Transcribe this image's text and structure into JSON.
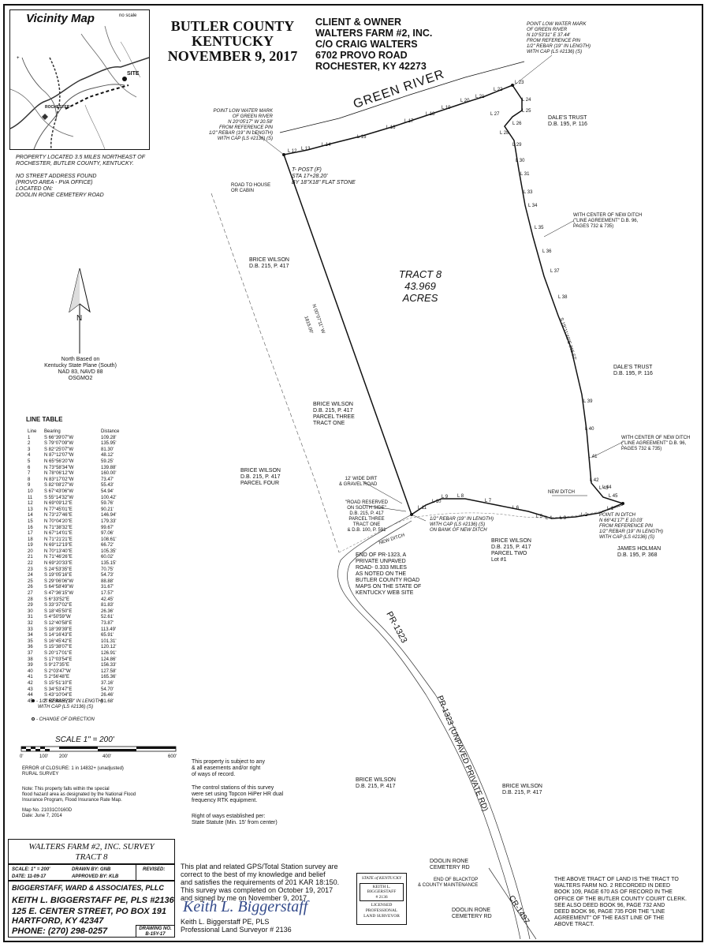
{
  "vicinity_map": {
    "title": "Vicinity Map",
    "scale_note": "no scale",
    "site_label": "SITE",
    "town_label": "ROCHESTER"
  },
  "header": {
    "county_line1": "BUTLER COUNTY",
    "county_line2": "KENTUCKY",
    "date": "NOVEMBER 9, 2017",
    "client_lines": [
      "CLIENT & OWNER",
      "WALTERS FARM #2, INC.",
      "C/O CRAIG WALTERS",
      "6702 PROVO ROAD",
      "ROCHESTER,  KY  42273"
    ]
  },
  "location_notes": {
    "property_loc": [
      "PROPERTY LOCATED 3.5 MILES NORTHEAST OF",
      "ROCHESTER, BUTLER COUNTY, KENTUCKY."
    ],
    "address": [
      "NO STREET ADDRESS FOUND",
      "(PROVO AREA - PVA OFFICE)",
      "LOCATED ON:",
      "DOOLIN RONE CEMETERY ROAD"
    ]
  },
  "north": {
    "label": "N",
    "basis": [
      "North Based on",
      "Kentucky State Plane (South)",
      "NAD 83, NAVD 88",
      "OSGMO2"
    ]
  },
  "line_table": {
    "title": "LINE TABLE",
    "headers": [
      "Line",
      "Bearing",
      "Distance"
    ],
    "rows": [
      [
        "1",
        "S 66°39'07\"W",
        "109.28'"
      ],
      [
        "2",
        "S 79°07'09\"W",
        "135.95'"
      ],
      [
        "3",
        "S 82°25'07\"W",
        "81.30'"
      ],
      [
        "4",
        "N 87°12'07\"W",
        "48.12'"
      ],
      [
        "5",
        "N 65°56'20\"W",
        "59.25'"
      ],
      [
        "6",
        "N 73°58'34\"W",
        "139.88'"
      ],
      [
        "7",
        "N 78°06'12\"W",
        "160.00'"
      ],
      [
        "8",
        "N 83°17'02\"W",
        "73.47'"
      ],
      [
        "9",
        "S 82°08'27\"W",
        "55.43'"
      ],
      [
        "10",
        "S 67°43'06\"W",
        "54.94'"
      ],
      [
        "11",
        "S 55°14'32\"W",
        "100.42'"
      ],
      [
        "12",
        "N 69°09'12\"E",
        "59.76'"
      ],
      [
        "13",
        "N 77°45'01\"E",
        "90.21'"
      ],
      [
        "14",
        "N 73°27'46\"E",
        "146.94'"
      ],
      [
        "15",
        "N 70°04'20\"E",
        "179.33'"
      ],
      [
        "16",
        "N 71°38'32\"E",
        "99.67'"
      ],
      [
        "17",
        "N 67°14'01\"E",
        "97.06'"
      ],
      [
        "18",
        "N 71°21'21\"E",
        "108.61'"
      ],
      [
        "19",
        "N 69°12'19\"E",
        "66.72'"
      ],
      [
        "20",
        "N 70°13'40\"E",
        "105.35'"
      ],
      [
        "21",
        "N 71°46'26\"E",
        "60.02'"
      ],
      [
        "22",
        "N 69°20'33\"E",
        "135.15'"
      ],
      [
        "23",
        "S 24°53'35\"E",
        "70.75'"
      ],
      [
        "24",
        "S 19°05'16\"E",
        "54.73'"
      ],
      [
        "25",
        "S 29°06'06\"W",
        "88.88'"
      ],
      [
        "26",
        "S 64°58'49\"W",
        "31.67'"
      ],
      [
        "27",
        "S 47°36'15\"W",
        "17.57'"
      ],
      [
        "28",
        "S 6°33'52\"E",
        "42.45'"
      ],
      [
        "29",
        "S 33°37'02\"E",
        "81.83'"
      ],
      [
        "30",
        "S 18°45'50\"E",
        "26.36'"
      ],
      [
        "31",
        "S 4°50'59\"W",
        "52.61'"
      ],
      [
        "32",
        "S 12°40'58\"E",
        "73.87'"
      ],
      [
        "33",
        "S 18°39'39\"E",
        "113.49'"
      ],
      [
        "34",
        "S 14°16'43\"E",
        "65.91'"
      ],
      [
        "35",
        "S 16°45'42\"E",
        "101.31'"
      ],
      [
        "36",
        "S 15°38'07\"E",
        "120.12'"
      ],
      [
        "37",
        "S 20°17'01\"E",
        "126.91'"
      ],
      [
        "38",
        "S 17°03'54\"E",
        "124.86'"
      ],
      [
        "39",
        "S 9°27'35\"E",
        "156.33'"
      ],
      [
        "40",
        "S 2°03'47\"W",
        "127.58'"
      ],
      [
        "41",
        "S 2°56'48\"E",
        "165.36'"
      ],
      [
        "42",
        "S 15°51'10\"E",
        "37.16'"
      ],
      [
        "43",
        "S 34°53'47\"E",
        "54.70'"
      ],
      [
        "44",
        "S 43°10'04\"E",
        "26.46'"
      ],
      [
        "45",
        "S 62°48'55\"E",
        "81.68'"
      ]
    ]
  },
  "legend": {
    "rebar": [
      "- 1/2\" REBAR (19\" IN LENGTH)",
      "WITH CAP (LS #2136) (S)"
    ],
    "direction": "- CHANGE OF DIRECTION"
  },
  "scale_bar": {
    "title": "SCALE 1\" = 200'",
    "ticks": [
      "0'",
      "100'",
      "200'",
      "400'",
      "600'"
    ]
  },
  "closure": [
    "ERROR of CLOSURE:  1 in 14832+ (unadjusted)",
    "RURAL SURVEY"
  ],
  "flood_note": [
    "Note:  This property falls within the special",
    "flood hazard area as designated by the National Flood",
    "Insurance Program, Flood Insurance Rate Map."
  ],
  "map_no": [
    "Map No. 21031C0160D",
    "Date: June 7, 2014"
  ],
  "mid_notes": {
    "easements": [
      "This property is subject to any",
      "& all easements and/or right",
      "of ways of record."
    ],
    "control": [
      "The control stations of this survey",
      "were set using Topcon HiPer HR dual",
      "frequency RTK equipment."
    ],
    "row": [
      "Right of ways established per:",
      "State Statute (Min. 15' from center)"
    ]
  },
  "map_labels": {
    "green_river": "GREEN RIVER",
    "tract": "TRACT 8",
    "acres": "43.969 ACRES",
    "plw_left": [
      "POINT LOW WATER MARK",
      "OF GREEN RIVER",
      "N 20°05'17\" W  20.58'",
      "FROM REFERENCE PIN",
      "1/2\" REBAR (19\" IN LENGTH)",
      "WITH CAP (LS #2136) (S)"
    ],
    "plw_right": [
      "POINT LOW WATER MARK",
      "OF GREEN RIVER",
      "N 10°53'31\" E  37.44'",
      "FROM REFERENCE PIN",
      "1/2\" REBAR (19\" IN LENGTH)",
      "WITH CAP (LS #2136) (S)"
    ],
    "tpost": [
      "T- POST (F)",
      "STA 17+28.20'",
      "BY 18\"X18\" FLAT STONE"
    ],
    "road_house": [
      "ROAD TO HOUSE",
      "OR CABIN"
    ],
    "dales_trust_1": [
      "DALE'S TRUST",
      "D.B. 195, P. 116"
    ],
    "dales_trust_2": [
      "DALE'S TRUST",
      "D.B. 195, P. 116"
    ],
    "ditch_center_1": [
      "WITH CENTER OF NEW DITCH",
      "(\"LINE AGREEMENT\" D.B. 96,",
      "PAGES 732 & 735)"
    ],
    "ditch_center_2": [
      "WITH CENTER OF NEW DITCH",
      "(\"LINE AGREEMENT\" D.B. 96,",
      "PAGES 732 & 735)"
    ],
    "brice_1": [
      "BRICE WILSON",
      "D.B. 215, P. 417"
    ],
    "brice_2": [
      "BRICE WILSON",
      "D.B. 215, P. 417",
      "PARCEL THREE",
      "TRACT ONE"
    ],
    "brice_3": [
      "BRICE WILSON",
      "D.B. 215, P. 417",
      "PARCEL FOUR"
    ],
    "brice_4": [
      "BRICE WILSON",
      "D.B. 215, P. 417",
      "PARCEL TWO",
      "Lot #1"
    ],
    "brice_5": [
      "BRICE WILSON",
      "D.B. 215, P. 417"
    ],
    "brice_6": [
      "BRICE WILSON",
      "D.B. 215, P. 417"
    ],
    "gravel_road": [
      "12' WIDE DIRT",
      "& GRAVEL ROAD"
    ],
    "road_reserved": [
      "\"ROAD RESERVED",
      "ON SOUTH SIDE\"",
      "D.B. 215, P. 417",
      "PARCEL THREE",
      "TRACT ONE",
      "& D.B. 100, P. 591"
    ],
    "rebar_bank": [
      "1/2\" REBAR (19\" IN LENGTH)",
      "WITH CAP (LS #2136) (S)",
      "ON BANK OF NEW DITCH"
    ],
    "new_ditch_1": "NEW DITCH",
    "new_ditch_2": "NEW DITCH",
    "ditch_point": [
      "POINT IN DITCH",
      "N 66°41'17\" E   10.03'",
      "FROM REFERENCE PIN",
      "1/2\" REBAR (19\" IN LENGTH)",
      "WITH CAP (LS #2136) (S)"
    ],
    "holman": [
      "JAMES HOLMAN",
      "D.B. 195, P. 368"
    ],
    "end_pr": [
      "END OF PR-1323, A",
      "PRIVATE UNPAVED",
      "ROAD- 0.333 MILES",
      "AS NOTED ON THE",
      "BUTLER COUNTY ROAD",
      "MAPS ON THE STATE OF",
      "KENTUCKY WEB SITE"
    ],
    "pr1323": "PR-1323",
    "pr1323_unpaved": "PR-1323 (UNPAVED PRIVATE RD)",
    "doolin_1": [
      "DOOLIN RONE",
      "CEMETERY RD"
    ],
    "doolin_2": [
      "DOOLIN RONE",
      "CEMETERY RD"
    ],
    "blacktop": [
      "END OF BLACKTOP",
      "& COUNTY MAINTENANCE"
    ],
    "cr1497": "CR-1497",
    "west_bearing": "N 00°07'11\" W",
    "west_dist": "1815.00'",
    "east_bearing": "S 19°11'40\"E   265.52'",
    "l44": "L 44",
    "l27": "L 27"
  },
  "title_block": {
    "survey_line1": "WALTERS FARM #2, INC. SURVEY",
    "survey_line2": "TRACT 8",
    "scale_label": "SCALE:",
    "scale_value": "1\" = 200'",
    "drawn_label": "DRAWN BY:",
    "drawn_value": "GNB",
    "revised_label": "REVISED:",
    "date_label": "DATE:",
    "date_value": "11-09-17",
    "approved_label": "APPROVED BY:",
    "approved_value": "KLB",
    "firm": "BIGGERSTAFF, WARD & ASSOCIATES, PLLC",
    "surveyor": "KEITH L. BIGGERSTAFF  PE, PLS #2136",
    "address1": "125 E. CENTER STREET, PO BOX 191",
    "address2": "HARTFORD, KY   42347",
    "phone": "PHONE: (270) 298-0257",
    "drawing_label": "DRAWING NO.",
    "drawing_value": "B-15Y-17"
  },
  "certification": {
    "lines": [
      "This plat and related GPS/Total Station survey are",
      "correct to the best of my knowledge and belief",
      "and satisfies the requirements of 201 KAR 18:150.",
      "This survey was completed on October 19, 2017",
      "and signed by me on November 9, 2017"
    ],
    "signature": "Keith L. Biggerstaff",
    "name_line": "Keith L. Biggerstaff   PE, PLS",
    "title_line": "Professional Land Surveyor # 2136"
  },
  "seal": {
    "state": "STATE of KENTUCKY",
    "name1": "KEITH L.",
    "name2": "BIGGERSTAFF",
    "number": "# 2136",
    "l1": "LICENSED",
    "l2": "PROFESSIONAL",
    "l3": "LAND SURVEYOR"
  },
  "tract_note": [
    "THE ABOVE TRACT OF LAND IS THE TRACT TO",
    "WALTERS FARM NO. 2 RECORDED IN DEED",
    "BOOK 109, PAGE 670 AS OF RECORD IN THE",
    "OFFICE OF THE BUTLER COUNTY COURT CLERK.",
    "SEE ALSO DEED BOOK 96, PAGE 732 AND",
    "DEED BOOK 96, PAGE 735 FOR THE \"LINE",
    "AGREEMENT\" OF THE EAST LINE OF THE",
    "ABOVE TRACT."
  ]
}
